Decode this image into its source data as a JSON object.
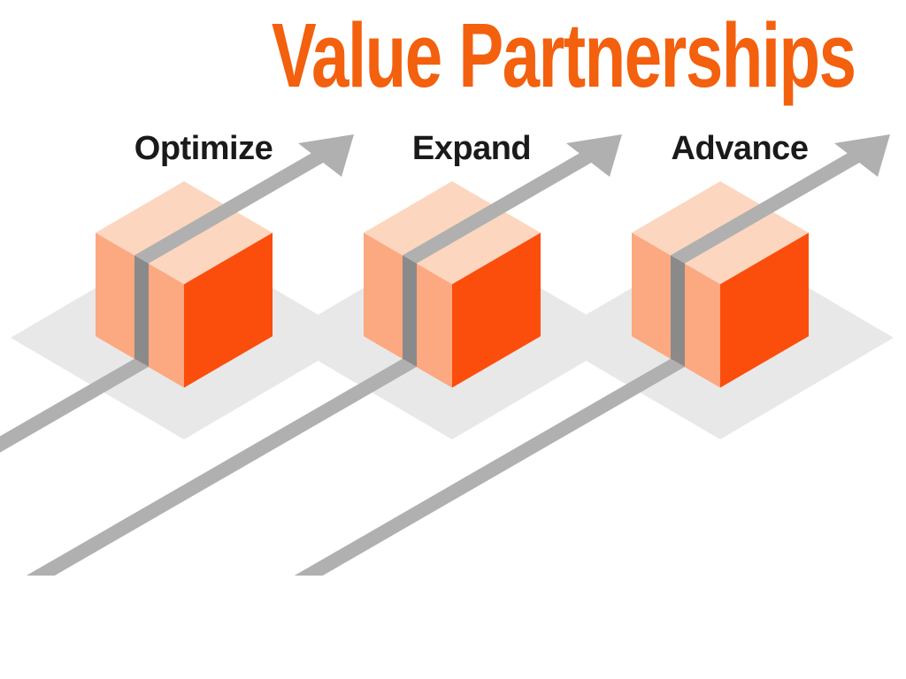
{
  "title": "Value Partnerships",
  "units": [
    {
      "label": "Optimize"
    },
    {
      "label": "Expand"
    },
    {
      "label": "Advance"
    }
  ],
  "icons": {
    "growth_arrow": "diagonal-up-right-growth-arrow-icon"
  },
  "colors": {
    "background": "#FFFFFF",
    "title_text": "#F3600E",
    "label_text": "#1A1A1A",
    "cube_top_face": "#FCD6BF",
    "cube_left_face": "#FCA880",
    "cube_right_face": "#FB4E0C",
    "floor_diamond": "#E9E8E8",
    "arrow_gray": "#B1B0B0",
    "arrow_dark_stripe": "#8B8A8A"
  }
}
